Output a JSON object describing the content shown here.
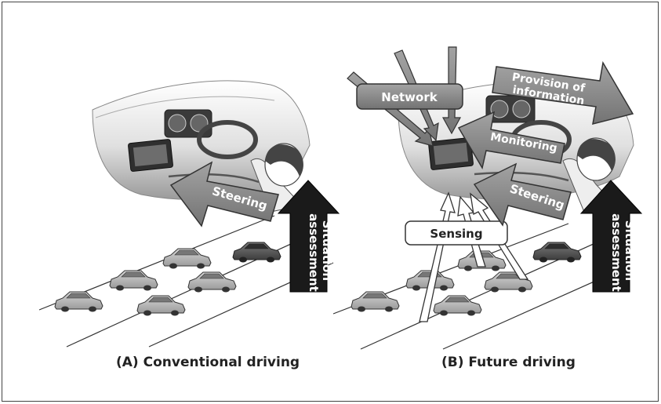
{
  "panel_a": {
    "caption": "(A) Conventional driving",
    "steering": "Steering",
    "situation_line1": "Situation",
    "situation_line2": "assessment"
  },
  "panel_b": {
    "caption": "(B) Future driving",
    "network": "Network",
    "provision_line1": "Provision of",
    "provision_line2": "information",
    "monitoring": "Monitoring",
    "steering": "Steering",
    "sensing": "Sensing",
    "situation_line1": "Situation",
    "situation_line2": "assessment"
  },
  "colors": {
    "arrow_gray": "#8c8c8c",
    "arrow_dark": "#1a1a1a",
    "car_light": "#b5b5b5",
    "car_dark": "#5a5a5a"
  }
}
